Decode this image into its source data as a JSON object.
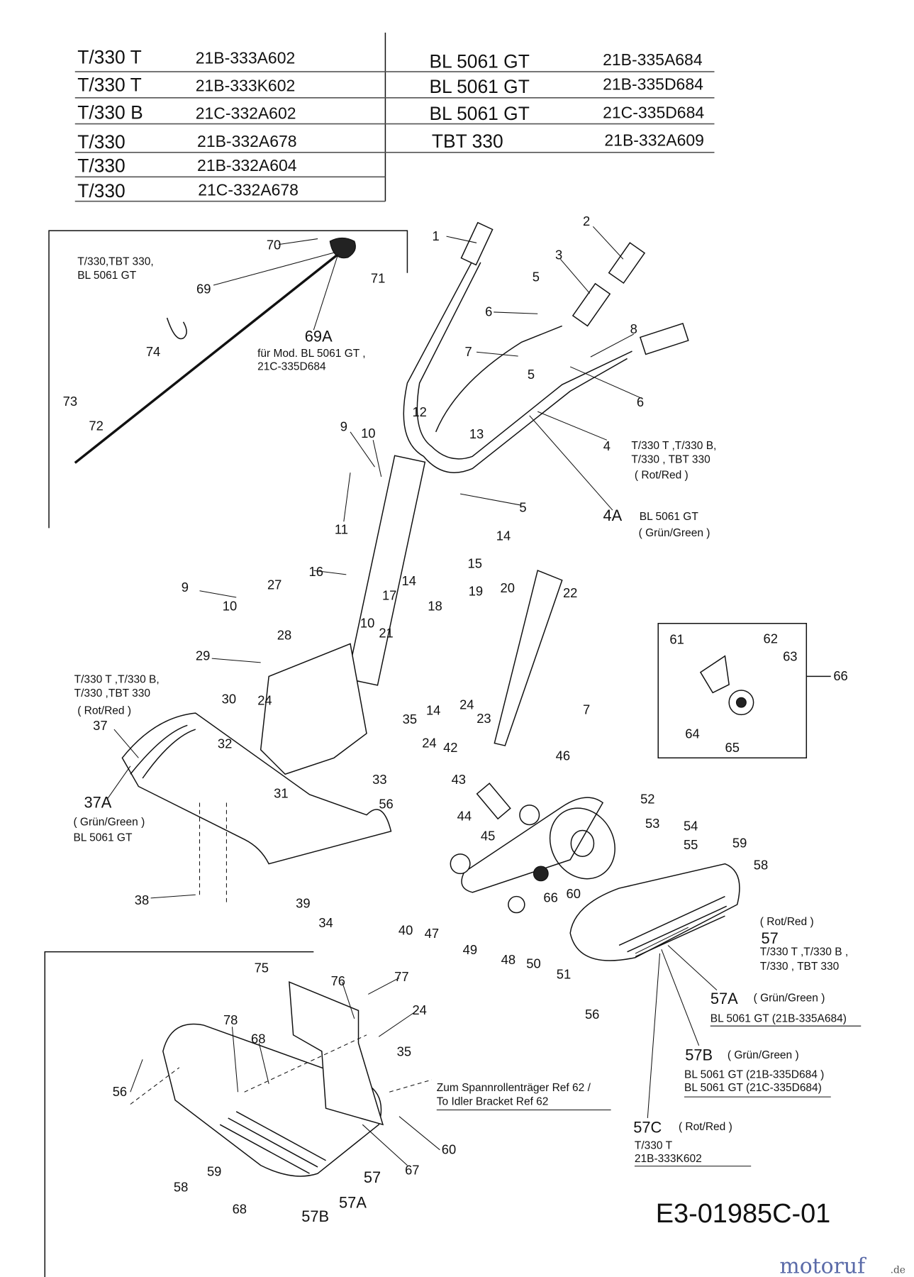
{
  "models_left": [
    {
      "model": "T/330 T",
      "part": "21B-333A602"
    },
    {
      "model": "T/330 T",
      "part": "21B-333K602"
    },
    {
      "model": "T/330 B",
      "part": "21C-332A602"
    },
    {
      "model": "T/330",
      "part": "21B-332A678"
    },
    {
      "model": "T/330",
      "part": "21B-332A604"
    },
    {
      "model": "T/330",
      "part": "21C-332A678"
    }
  ],
  "models_right": [
    {
      "model": "BL 5061 GT",
      "part": "21B-335A684"
    },
    {
      "model": "BL 5061 GT",
      "part": "21B-335D684"
    },
    {
      "model": "BL 5061 GT",
      "part": "21C-335D684"
    },
    {
      "model": "TBT 330",
      "part": "21B-332A609"
    }
  ],
  "callouts": [
    "1",
    "2",
    "3",
    "5",
    "6",
    "7",
    "8",
    "5",
    "6",
    "4",
    "4A",
    "12",
    "13",
    "9",
    "10",
    "11",
    "5",
    "14",
    "15",
    "14",
    "16",
    "9",
    "27",
    "10",
    "28",
    "10",
    "17",
    "18",
    "19",
    "20",
    "21",
    "22",
    "29",
    "14",
    "24",
    "23",
    "30",
    "24",
    "37",
    "35",
    "32",
    "24",
    "42",
    "33",
    "31",
    "56",
    "43",
    "44",
    "45",
    "46",
    "7",
    "52",
    "53",
    "54",
    "55",
    "59",
    "58",
    "66",
    "60",
    "37A",
    "38",
    "39",
    "34",
    "40",
    "47",
    "49",
    "48",
    "50",
    "51",
    "56",
    "57",
    "57A",
    "57B",
    "57C",
    "61",
    "62",
    "63",
    "66",
    "64",
    "65",
    "75",
    "76",
    "77",
    "78",
    "68",
    "24",
    "35",
    "56",
    "60",
    "67",
    "57",
    "59",
    "58",
    "68",
    "57B",
    "57A",
    "70",
    "71",
    "69",
    "69A",
    "74",
    "73",
    "72"
  ],
  "notes": {
    "cable_models": [
      "T/330,TBT 330,",
      "BL 5061 GT"
    ],
    "cable_69a": [
      "für Mod. BL 5061 GT ,",
      "21C-335D684"
    ],
    "handle_red": [
      "T/330 T ,T/330 B,",
      "T/330 , TBT 330",
      "( Rot/Red )"
    ],
    "handle_green": [
      "BL 5061 GT",
      "( Grün/Green )"
    ],
    "shield_red": [
      "T/330 T ,T/330 B,",
      "T/330 ,TBT 330",
      "( Rot/Red )"
    ],
    "shield_green": [
      "( Grün/Green )",
      "BL 5061 GT"
    ],
    "cover_57": [
      "( Rot/Red )",
      "T/330 T ,T/330 B ,",
      "T/330 , TBT 330"
    ],
    "cover_57a": [
      "( Grün/Green )",
      "BL 5061 GT (21B-335A684)"
    ],
    "cover_57b": [
      "( Grün/Green )",
      "BL 5061 GT (21B-335D684 )",
      "BL 5061 GT (21C-335D684)"
    ],
    "cover_57c": [
      "( Rot/Red )",
      "T/330 T",
      "21B-333K602"
    ],
    "idler_ref": [
      "Zum Spannrollenträger Ref 62 /",
      "To Idler Bracket Ref 62"
    ]
  },
  "diagram_code": "E3-01985C-01",
  "watermark": {
    "text": "motoruf",
    "suffix": ".de"
  }
}
